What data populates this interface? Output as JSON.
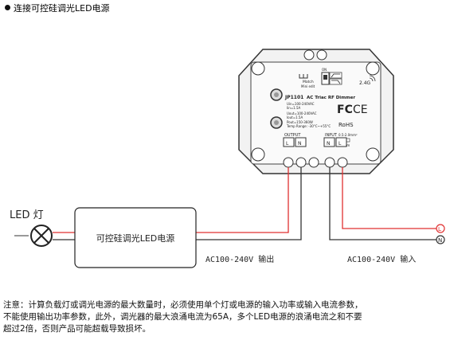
{
  "heading": "连接可控硅调光LED电源",
  "lamp": {
    "label": "LED 灯"
  },
  "driver": {
    "label": "可控硅调光LED电源"
  },
  "output_label": "AC100-240V  输出",
  "input_label": "AC100-240V  输入",
  "terminals": {
    "live": "L",
    "neutral": "N"
  },
  "device": {
    "model": "JP1101",
    "name": "AC Triac RF Dimmer",
    "specs": [
      "Uin=100-240VAC",
      "Iin=1.5A",
      "Uout=100-240VAC",
      "Iout=1.5A",
      "Pout=150-360W",
      "Temp Range: -30°C~+55°C"
    ],
    "match_label": "Match",
    "mini_label": "Mini edit",
    "on_label": "ON",
    "freq_label": "2.4G",
    "fc_label": "FC",
    "ce_label": "CE",
    "rohs_label": "RoHS",
    "wire_spec_1": "0.5-2.0mm²",
    "wire_spec_2": "4-5mm",
    "output_block_label": "OUTPUT",
    "input_block_label": "INPUT"
  },
  "notes": [
    "注意：计算负载灯或调光电源的最大数量时，必须使用单个灯或电源的输入功率或输入电流参数，",
    "不能使用输出功率参数，此外，调光器的最大浪涌电流为65A，多个LED电源的浪涌电流之和不要",
    "超过2倍，否则产品可能超载导致损坏。"
  ],
  "colors": {
    "live_wire": "#e03030",
    "neutral_wire": "#333333",
    "device_fill": "#f2f2f2"
  }
}
